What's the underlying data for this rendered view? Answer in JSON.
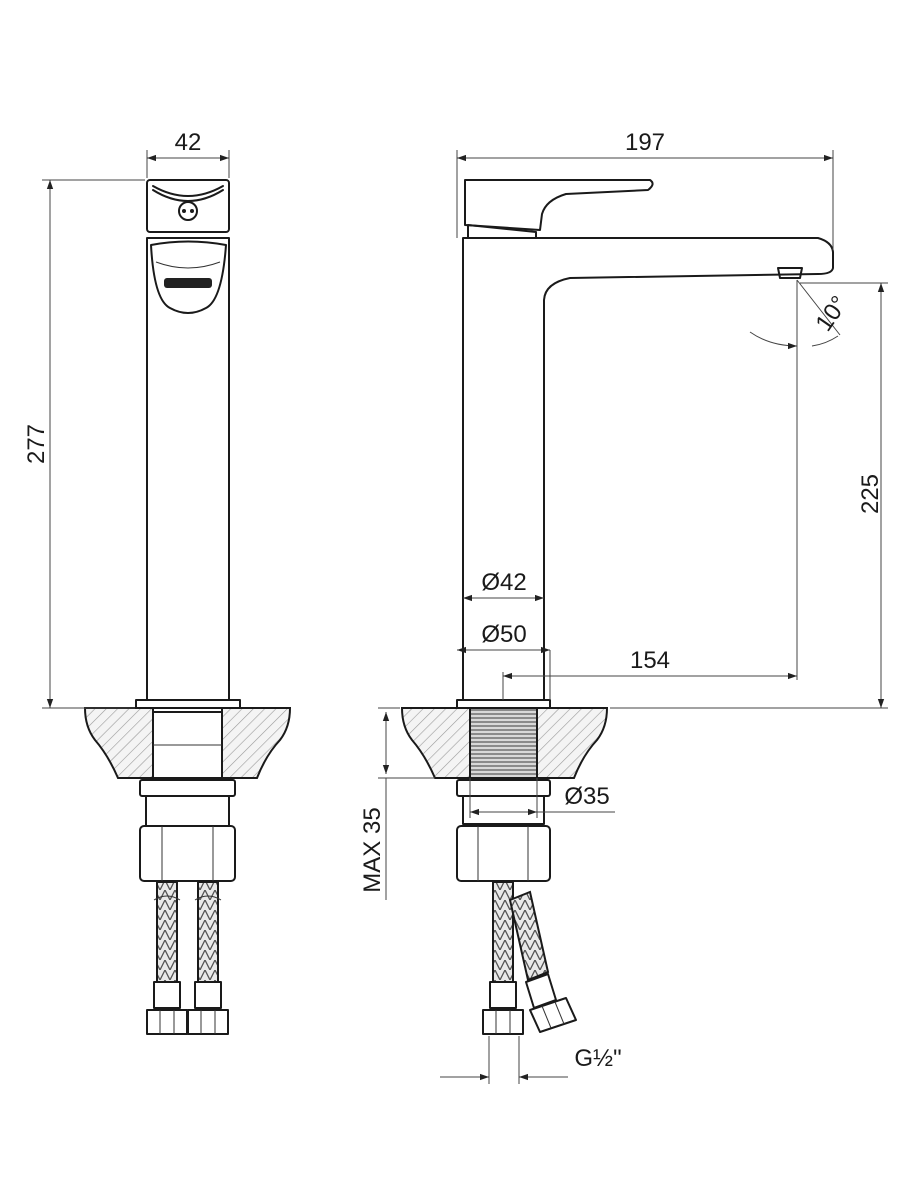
{
  "dimensions": {
    "front_width": "42",
    "front_height": "277",
    "side_length": "197",
    "spout_angle": "10°",
    "spout_height": "225",
    "body_dia": "Ø42",
    "base_dia": "Ø50",
    "reach": "154",
    "thread_dia": "Ø35",
    "max_thickness": "MAX 35",
    "hose_thread": "G½\""
  }
}
